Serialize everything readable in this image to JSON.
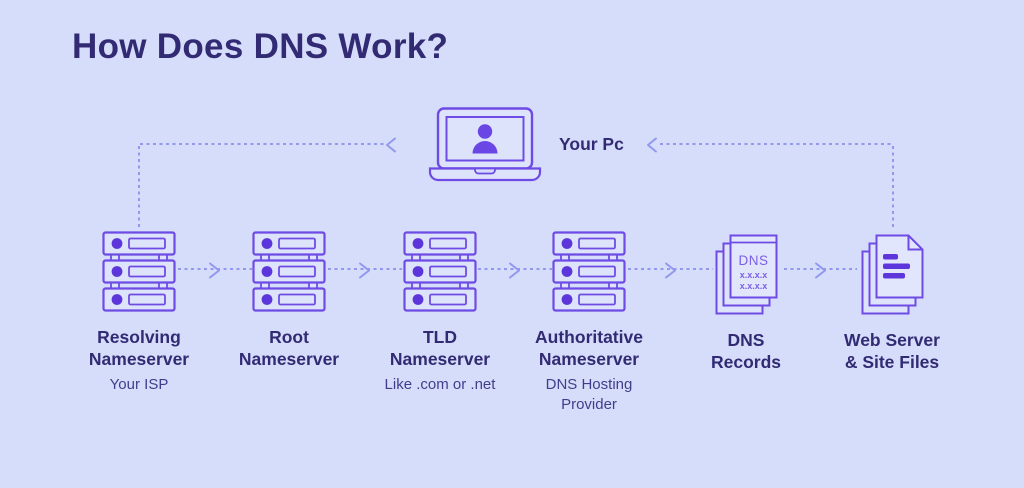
{
  "title": "How Does DNS Work?",
  "pc": {
    "label": "Your Pc"
  },
  "nodes": [
    {
      "id": "resolving-nameserver",
      "label1": "Resolving",
      "label2": "Nameserver",
      "sublabel": "Your ISP",
      "icon": "server"
    },
    {
      "id": "root-nameserver",
      "label1": "Root",
      "label2": "Nameserver",
      "sublabel": "",
      "icon": "server"
    },
    {
      "id": "tld-nameserver",
      "label1": "TLD",
      "label2": "Nameserver",
      "sublabel": "Like .com or .net",
      "icon": "server"
    },
    {
      "id": "authoritative-nameserver",
      "label1": "Authoritative",
      "label2": "Nameserver",
      "sublabel": "DNS Hosting Provider",
      "icon": "server"
    },
    {
      "id": "dns-records",
      "label1": "DNS",
      "label2": "Records",
      "sublabel": "",
      "icon": "record-pages",
      "page": {
        "heading": "DNS",
        "line1": "x.x.x.x",
        "line2": "x.x.x.x"
      }
    },
    {
      "id": "web-server-site-files",
      "label1": "Web Server",
      "label2": "& Site Files",
      "sublabel": "",
      "icon": "file-pages"
    }
  ],
  "colors": {
    "background": "#d6ddfa",
    "outline": "#6e4be4",
    "icon_fill": "#dee3fc",
    "accent_fill": "#5c36da",
    "person_fill": "#6a47e5",
    "heading_text": "#322b74",
    "sub_text": "#413d8c",
    "dash": "#9298ee",
    "dns_page_text": "#7a5fe6"
  }
}
